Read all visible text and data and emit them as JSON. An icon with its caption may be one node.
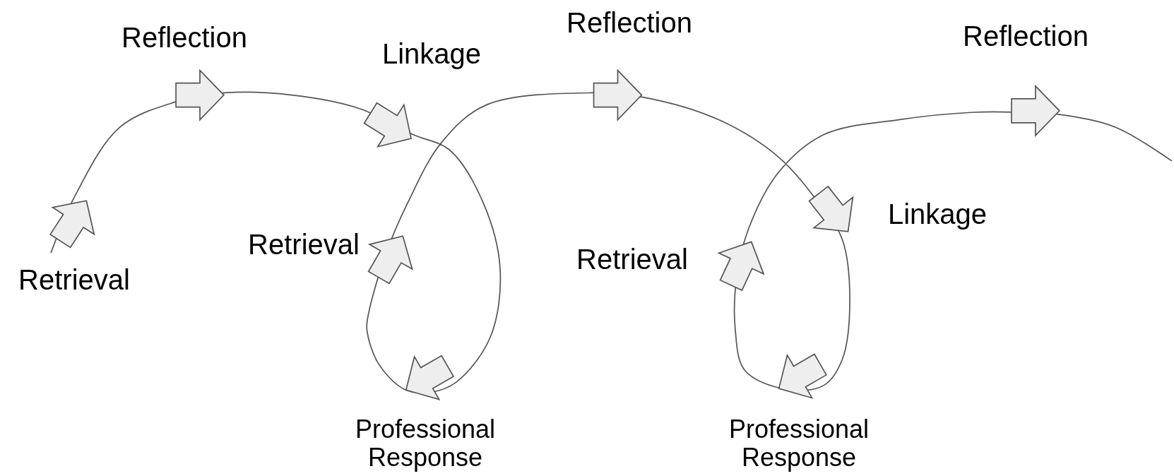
{
  "diagram": {
    "labels": [
      "Retrieval",
      "Reflection",
      "Linkage",
      "Professional Response",
      "Retrieval",
      "Reflection",
      "Linkage",
      "Professional Response",
      "Retrieval",
      "Reflection"
    ]
  }
}
